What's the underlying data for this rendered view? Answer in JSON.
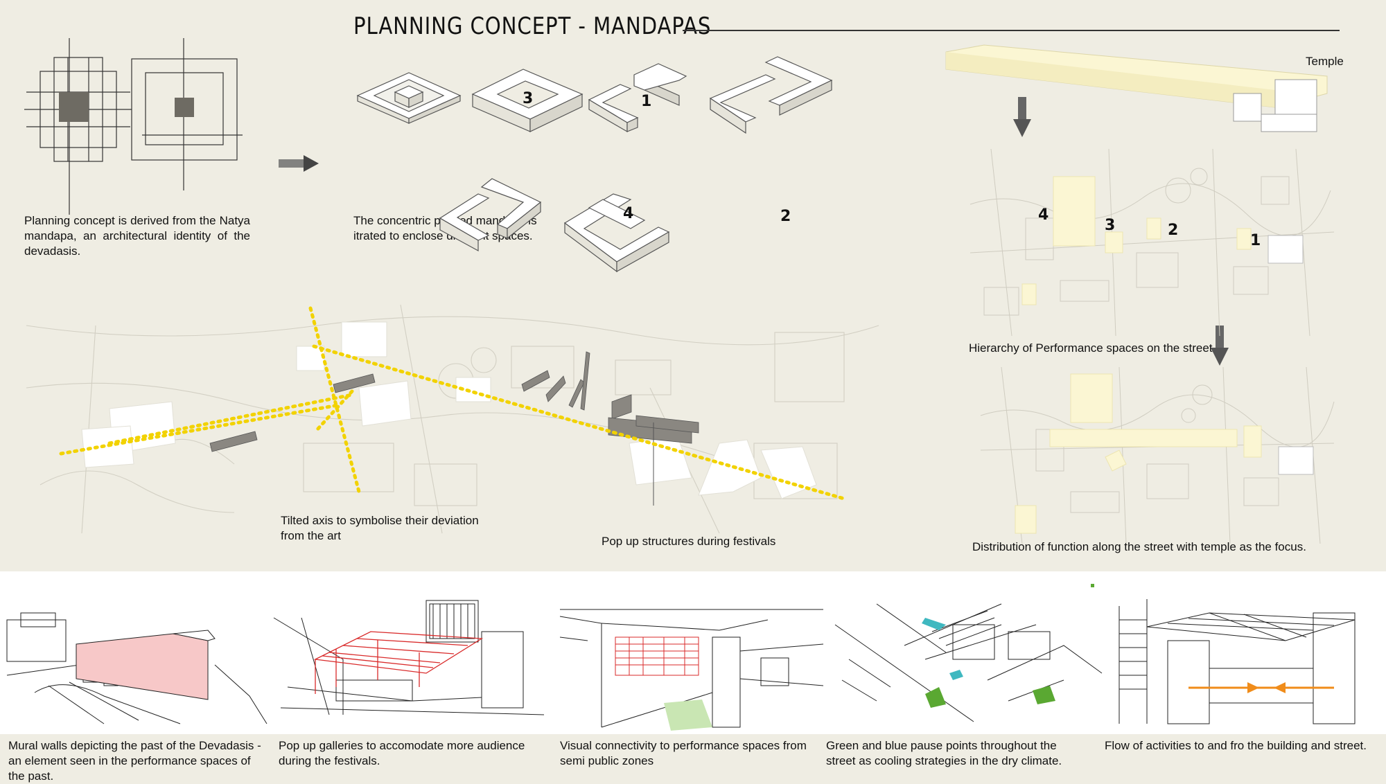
{
  "header": {
    "title": "PLANNING CONCEPT - MANDAPAS"
  },
  "concept": {
    "text1": "Planning concept is derived from the Natya mandapa, an architectural identity of the devadasis.",
    "text2": "The concentric profiled mandapa is itrated to enclose different spaces.",
    "block_numbers": [
      "3",
      "1",
      "4",
      "2"
    ]
  },
  "street": {
    "temple_label": "Temple",
    "hierarchy_caption": "Hierarchy of Performance spaces on the street",
    "distribution_caption": "Distribution of function along the street with temple as the focus.",
    "map_numbers": [
      "4",
      "3",
      "2",
      "1"
    ]
  },
  "site": {
    "tilted_axis_caption": "Tilted axis to symbolise their deviation from the art",
    "popup_caption": "Pop up structures during festivals"
  },
  "panels": [
    {
      "caption": "Mural walls depicting the past of the Devadasis - an element seen in the performance spaces of the past."
    },
    {
      "caption": "Pop up galleries to accomodate more audience during the festivals."
    },
    {
      "caption": "Visual connectivity to performance spaces from semi public zones"
    },
    {
      "caption": "Green and blue pause points throughout the street as cooling strategies in the dry climate."
    },
    {
      "caption": "Flow of activities to and fro the building and street."
    }
  ],
  "colors": {
    "accent_yellow": "#f2d200",
    "mural_pink": "#f7c8c8",
    "gallery_red": "#d92a2a",
    "green": "#5aa832",
    "blue": "#3fb8c0",
    "orange": "#f08c1a",
    "pale_yellow": "#fbf6d3"
  }
}
